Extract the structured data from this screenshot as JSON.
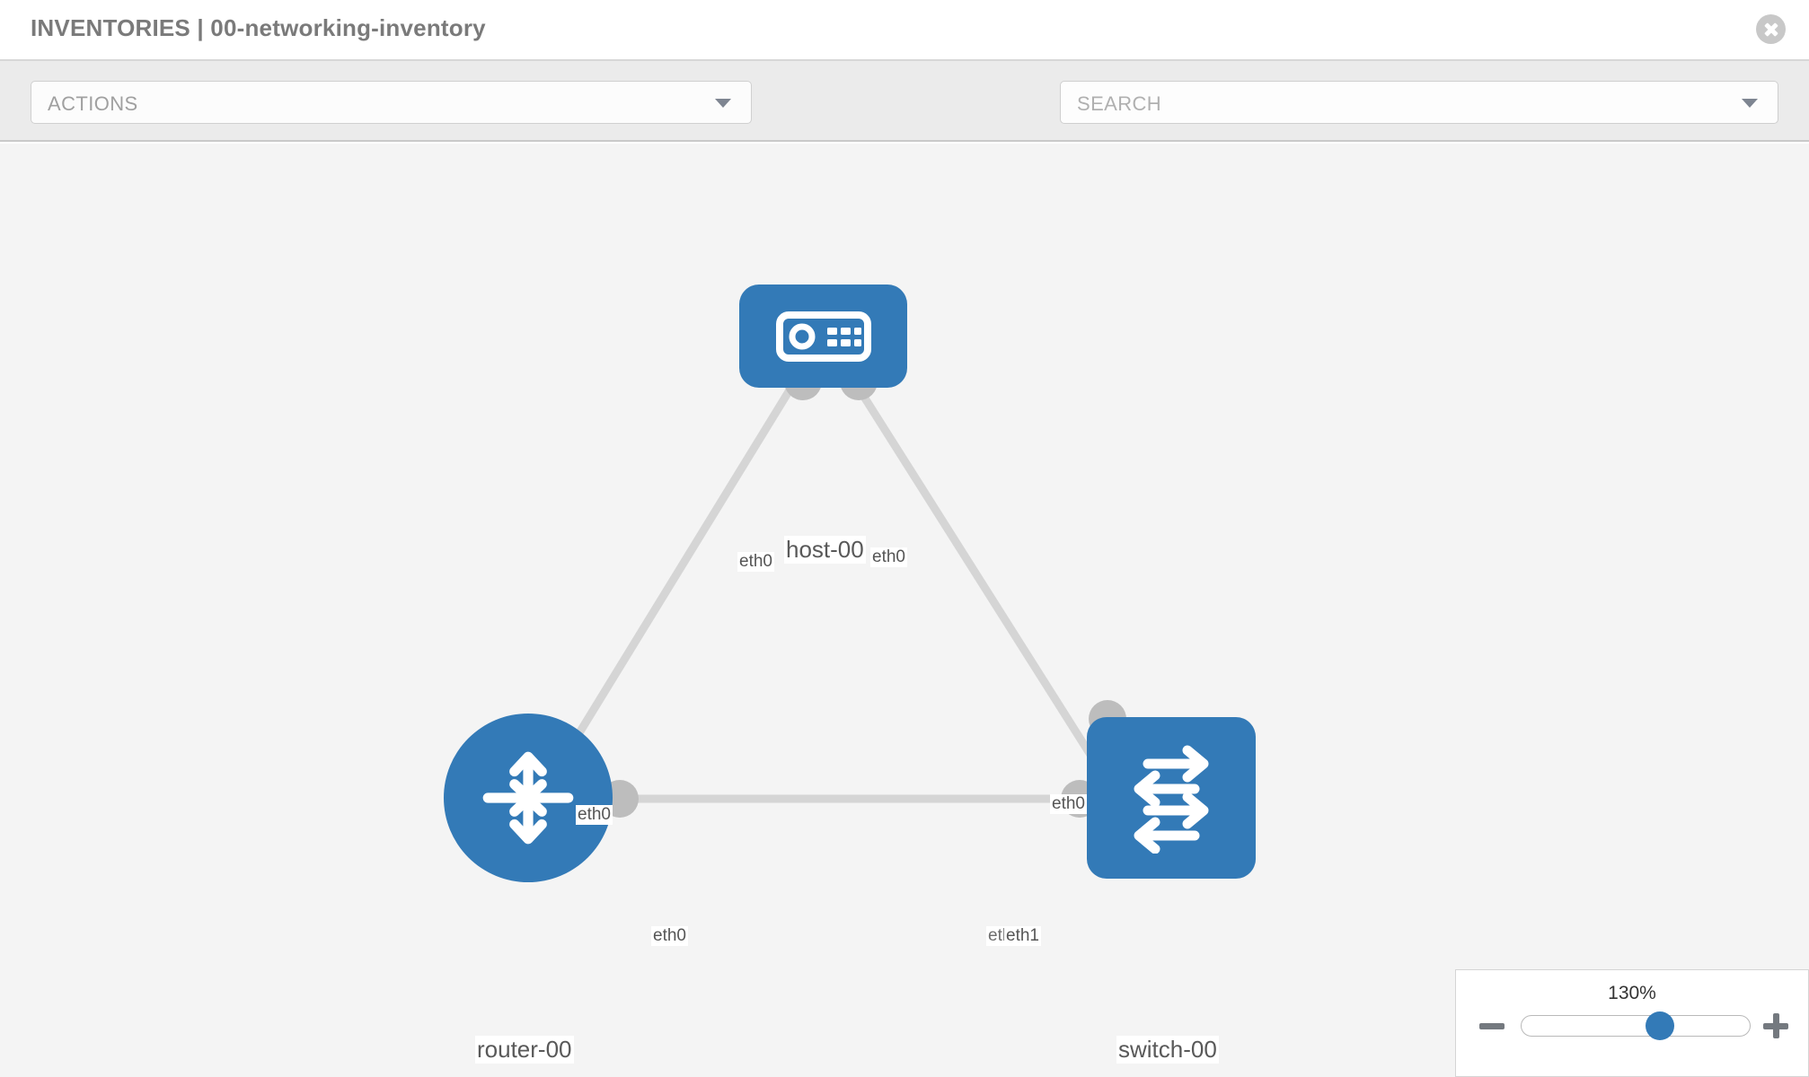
{
  "header": {
    "title": "INVENTORIES | 00-networking-inventory",
    "close_icon": "close-circle-icon"
  },
  "toolbar": {
    "actions_label": "ACTIONS",
    "actions_caret": "chevron-down-icon",
    "wrench_icon": "wrench-icon",
    "key_icon": "key-icon",
    "search_placeholder": "SEARCH",
    "search_caret": "chevron-down-icon"
  },
  "topology": {
    "node_color": "#337ab7",
    "link_color": "#d5d5d5",
    "stub_color": "#bdbdbd",
    "nodes": [
      {
        "id": "host-00",
        "label": "host-00",
        "shape": "square",
        "icon": "server-icon"
      },
      {
        "id": "router-00",
        "label": "router-00",
        "shape": "circle",
        "icon": "router-arrows-icon"
      },
      {
        "id": "switch-00",
        "label": "switch-00",
        "shape": "square",
        "icon": "switch-arrows-icon"
      }
    ],
    "interfaces": {
      "host_left": "eth0",
      "host_right": "eth0",
      "router_up": "eth0",
      "router_right": "eth0",
      "switch_up": "eth0",
      "switch_left_under": "eth",
      "switch_left": "eth1"
    }
  },
  "zoom_control": {
    "value": "130%",
    "minus_label": "minus-icon",
    "plus_label": "plus-icon",
    "thumb_position_pct": 60
  }
}
